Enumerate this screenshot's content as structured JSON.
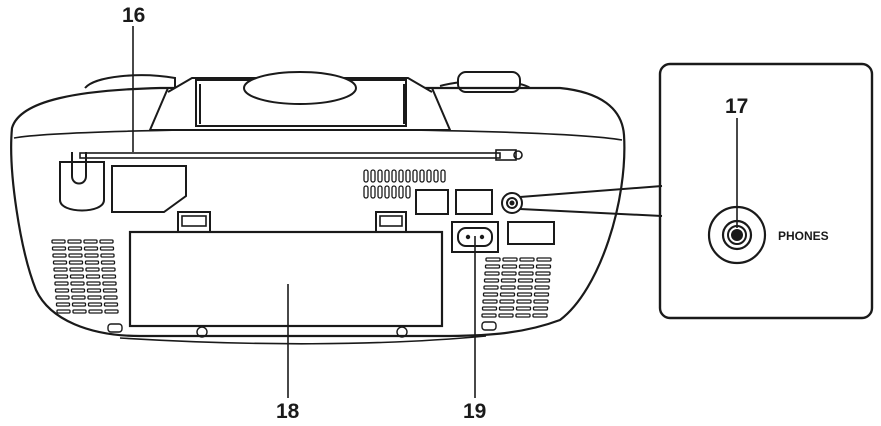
{
  "callouts": {
    "antenna": "16",
    "phones_jack": "17",
    "battery_cover": "18",
    "ac_inlet": "19"
  },
  "inset": {
    "jack_label": "PHONES"
  },
  "colors": {
    "line": "#1a1a1a",
    "body_fill": "#ffffff",
    "hatch_fill": "#d8d8d8"
  }
}
